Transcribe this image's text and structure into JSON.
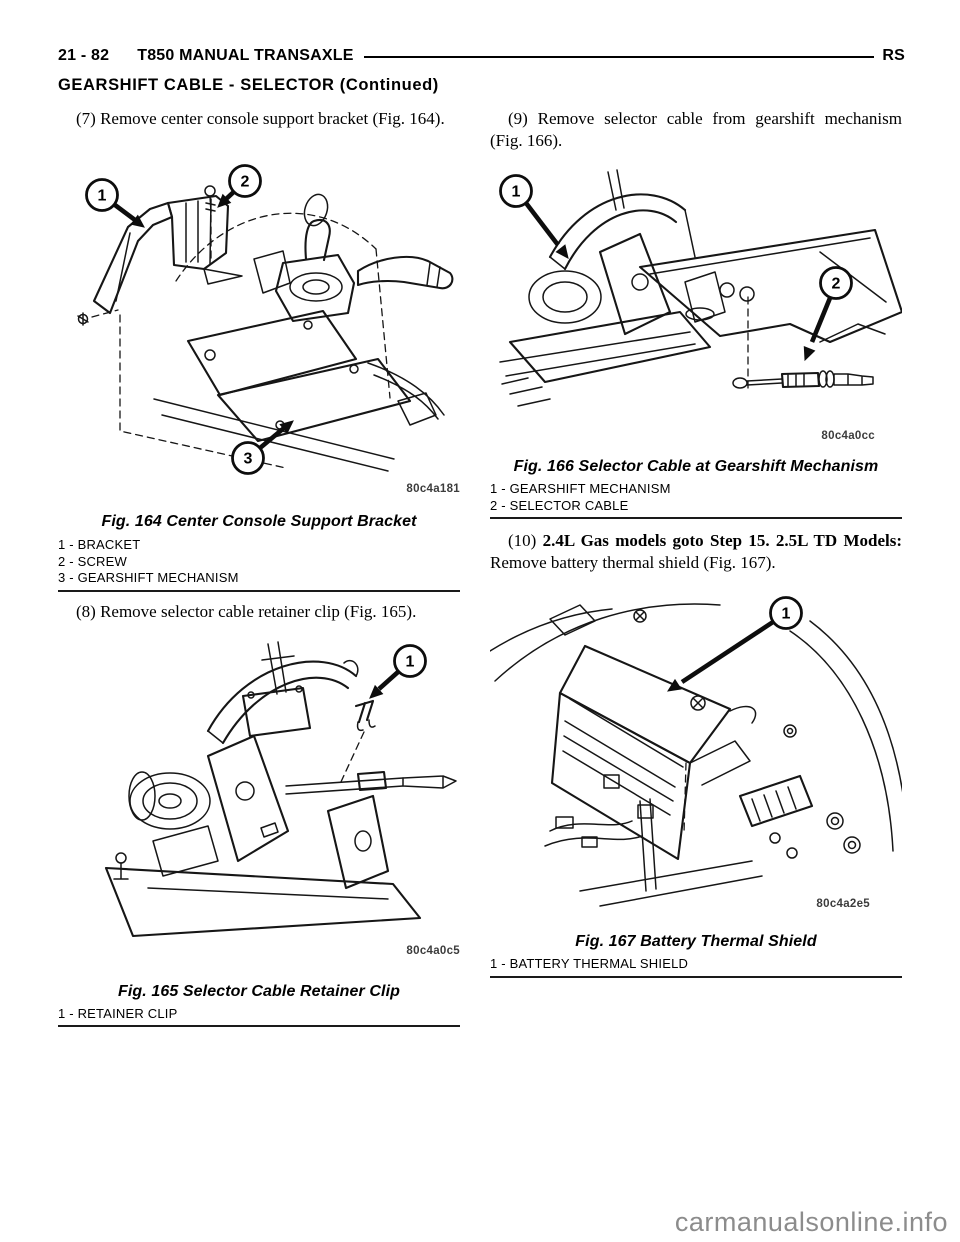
{
  "header": {
    "page_number": "21 - 82",
    "manual_title": "T850 MANUAL TRANSAXLE",
    "model_code": "RS",
    "section_title": "GEARSHIFT CABLE - SELECTOR (Continued)"
  },
  "steps": {
    "s7": "(7) Remove center console support bracket (Fig. 164).",
    "s8": "(8) Remove selector cable retainer clip (Fig. 165).",
    "s9": "(9) Remove selector cable from gearshift mechanism (Fig. 166).",
    "s10_prefix": "(10) ",
    "s10_bold": "2.4L Gas models goto Step 15. 2.5L TD Models: ",
    "s10_rest": "Remove battery thermal shield (Fig. 167)."
  },
  "figures": [
    {
      "image_code": "80c4a181",
      "caption": "Fig. 164 Center Console Support Bracket",
      "legend": [
        "1 - BRACKET",
        "2 - SCREW",
        "3 - GEARSHIFT MECHANISM"
      ],
      "callouts": [
        "1",
        "2",
        "3"
      ]
    },
    {
      "image_code": "80c4a0c5",
      "caption": "Fig. 165 Selector Cable Retainer Clip",
      "legend": [
        "1 - RETAINER CLIP"
      ],
      "callouts": [
        "1"
      ]
    },
    {
      "image_code": "80c4a0cc",
      "caption": "Fig. 166 Selector Cable at Gearshift Mechanism",
      "legend": [
        "1 - GEARSHIFT MECHANISM",
        "2 - SELECTOR CABLE"
      ],
      "callouts": [
        "1",
        "2"
      ]
    },
    {
      "image_code": "80c4a2e5",
      "caption": "Fig. 167 Battery Thermal Shield",
      "legend": [
        "1 - BATTERY THERMAL SHIELD"
      ],
      "callouts": [
        "1"
      ]
    }
  ],
  "watermark": "carmanualsonline.info",
  "colors": {
    "ink": "#000000",
    "watermark_gray": "#8c8c8c"
  }
}
